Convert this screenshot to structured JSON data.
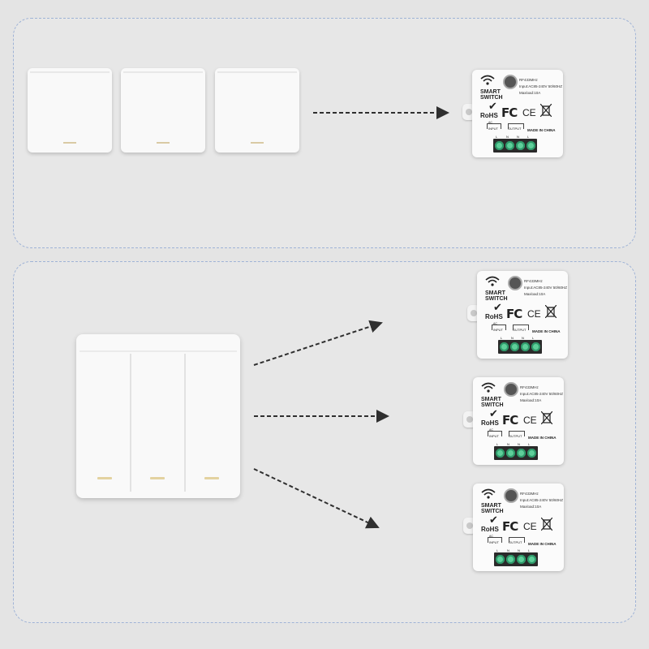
{
  "single_switches": {
    "count": 3
  },
  "triple_switch": {
    "gangs": 3
  },
  "module": {
    "title_line1": "SMART",
    "title_line2": "SWITCH",
    "spec_rf": "RF433MHz",
    "spec_input": "Input:AC85-240V 50/60HZ",
    "spec_max": "Maxload:10A",
    "rohs": "RoHS",
    "fc": "FC",
    "ce": "CE",
    "made_in": "MADE IN CHINA",
    "input_label": "INPUT",
    "output_label": "OUTPUT",
    "ac_label": "AC",
    "terminal_labels": [
      "L",
      "N",
      "N",
      "L"
    ]
  },
  "colors": {
    "arrow": "#2f2f2f",
    "panel_border": "#9fb3d6",
    "screw": "#5fcf9a"
  }
}
